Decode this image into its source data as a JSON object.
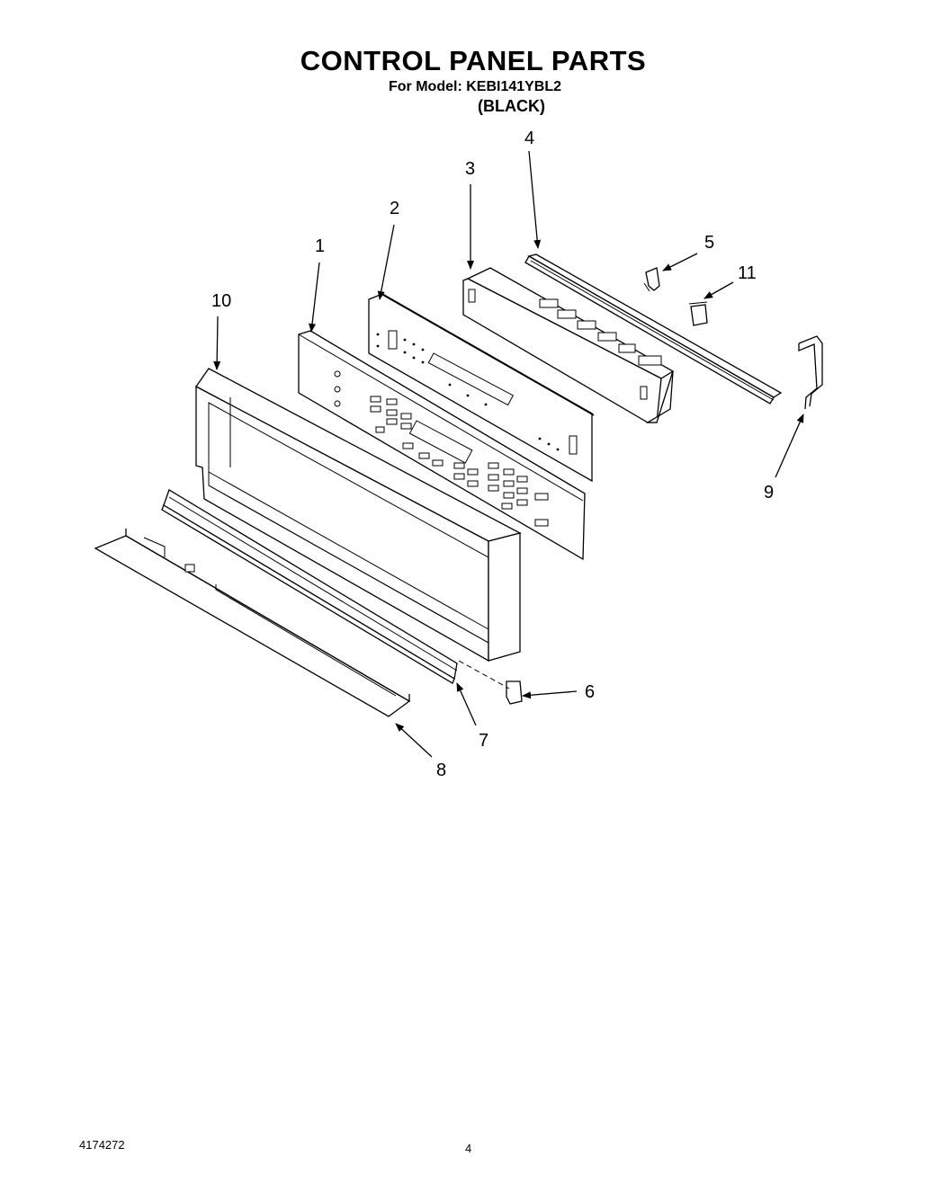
{
  "title": "CONTROL PANEL PARTS",
  "model_line": "For Model: KEBI141YBL2",
  "color_line": "(BLACK)",
  "doc_number": "4174272",
  "page_number": "4",
  "callouts": [
    "1",
    "2",
    "3",
    "4",
    "5",
    "6",
    "7",
    "8",
    "9",
    "10",
    "11"
  ]
}
